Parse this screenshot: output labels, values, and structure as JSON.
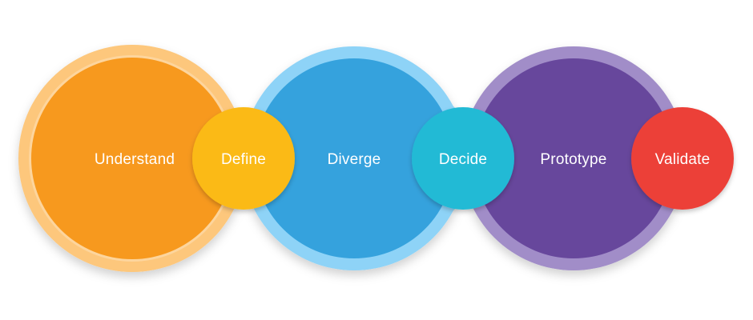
{
  "diagram": {
    "stages": [
      {
        "label": "Understand",
        "color": "#F7991E",
        "ring_color": "#FDC77B"
      },
      {
        "label": "Define",
        "color": "#FBBA14"
      },
      {
        "label": "Diverge",
        "color": "#35A2DD",
        "ring_color": "#8ED3F7"
      },
      {
        "label": "Decide",
        "color": "#21BAD5"
      },
      {
        "label": "Prototype",
        "color": "#67479C",
        "ring_color": "#A18DC8"
      },
      {
        "label": "Validate",
        "color": "#EC4039"
      }
    ]
  }
}
